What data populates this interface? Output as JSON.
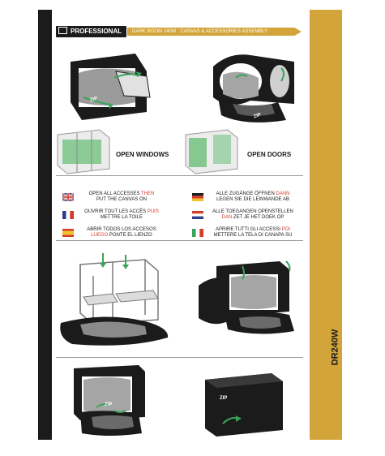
{
  "header": {
    "badge": "PROFESSIONAL",
    "title": "DARK ROOM 240W : CANVAS & ACCESSORIES ASSEMBLY"
  },
  "side_label": "DR240W",
  "captions": {
    "open_windows": "OPEN WINDOWS",
    "open_doors": "OPEN DOORS"
  },
  "instructions": [
    {
      "lang": "en",
      "flag": "uk-flag-icon",
      "pre": "OPEN ALL ACCESSES ",
      "em": "THEN",
      "post": "PUT THE CANVAS ON"
    },
    {
      "lang": "de",
      "flag": "germany-flag-icon",
      "pre": "ALLE ZUGÄNGE ÖFFNEN ",
      "em": "DANN",
      "post": "LEGEN SIE DIE LEINWANDE AB"
    },
    {
      "lang": "fr",
      "flag": "france-flag-icon",
      "pre": "OUVRIR TOUT LES ACCÈS ",
      "em": "PUIS",
      "post": "METTRE LA TOILE"
    },
    {
      "lang": "nl",
      "flag": "netherlands-flag-icon",
      "pre": "ALLE TOEGANGEN OPENSTELLEN",
      "em": "DAN",
      "post": " ZET JE HET DOEK OP"
    },
    {
      "lang": "es",
      "flag": "spain-flag-icon",
      "pre": "ABRIR TODOS LOS ACCESOS",
      "em": "LUEGO",
      "post": " PONTE EL LIENZO"
    },
    {
      "lang": "it",
      "flag": "italy-flag-icon",
      "pre": "APRIRE TUTTI GLI ACCESSI ",
      "em": "POI",
      "post": "METTERE LA TELA DI CANAPA SU"
    }
  ],
  "zip_labels": {
    "a": "ZIP",
    "b": "ZIP",
    "c": "ZIP",
    "d": "ZIP"
  },
  "colors": {
    "gold": "#d2a43a",
    "sidebar": "#c9ddee",
    "accent": "#3aa35a",
    "dark": "#1b1b1b",
    "emphasis": "#d53b2a"
  }
}
